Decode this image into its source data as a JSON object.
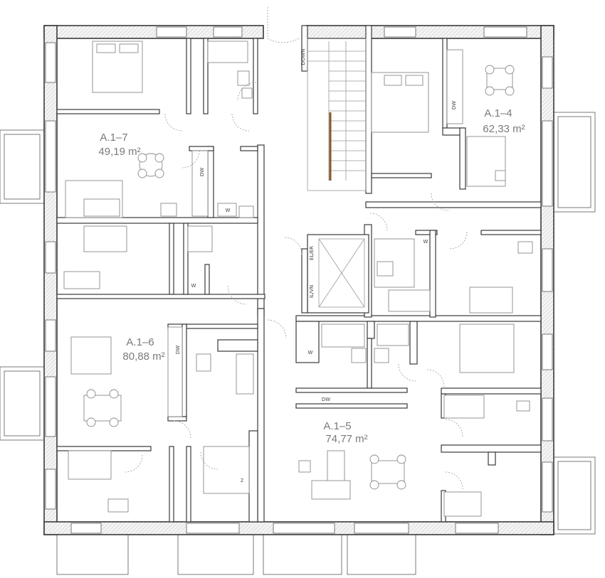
{
  "apartments": [
    {
      "id": "A.1-7",
      "name": "A.1–7",
      "area": "49,19 m²"
    },
    {
      "id": "A.1-4",
      "name": "A.1–4",
      "area": "62,33 m²"
    },
    {
      "id": "A.1-6",
      "name": "A.1–6",
      "area": "80,88 m²"
    },
    {
      "id": "A.1-5",
      "name": "A.1–5",
      "area": "74,77 m²"
    }
  ],
  "labels": {
    "dishwasher": "DW",
    "washer": "W",
    "elevator": "EL/ER",
    "lift": "IL/VN",
    "stair_down": "DOWN",
    "room_number": "2"
  },
  "colors": {
    "wall_outline": "#3a3a3a",
    "label_text": "#7a7a7a",
    "stair_rail": "#8b5a2b"
  }
}
